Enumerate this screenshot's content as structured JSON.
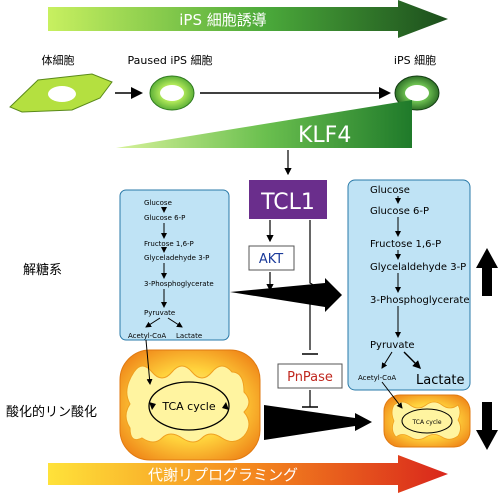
{
  "header": {
    "title": "iPS 細胞誘導"
  },
  "cells": {
    "somatic": "体細胞",
    "paused": "Paused iPS 細胞",
    "ips": "iPS 細胞"
  },
  "klf4": {
    "label": "KLF4"
  },
  "tcl1": {
    "label": "TCL1"
  },
  "akt": {
    "label": "AKT"
  },
  "pnpase": {
    "label": "PnPase"
  },
  "glycolysis_label": "解糖系",
  "oxphos_label": "酸化的リン酸化",
  "left_pathway": {
    "steps": [
      "Glucose",
      "Glucose 6-P",
      "Fructose 1,6-P",
      "Glyceladehyde 3-P",
      "3-Phosphoglycerate",
      "Pyruvate"
    ],
    "acetyl": "Acetyl-CoA",
    "lactate": "Lactate",
    "tca": "TCA cycle"
  },
  "right_pathway": {
    "steps": [
      "Glucose",
      "Glucose 6-P",
      "Fructose 1,6-P",
      "Glycelaldehyde 3-P",
      "3-Phosphoglycerate",
      "Pyruvate"
    ],
    "acetyl": "Acetyl-CoA",
    "lactate": "Lactate",
    "tca": "TCA cycle"
  },
  "footer": {
    "title": "代謝リプログラミング"
  },
  "colors": {
    "green_dark": "#1e5a1e",
    "green_light": "#b8e04a",
    "purple": "#6a2e8c",
    "box_blue": "#bfe3f5",
    "orange": "#f5a623",
    "red": "#d9261c"
  }
}
